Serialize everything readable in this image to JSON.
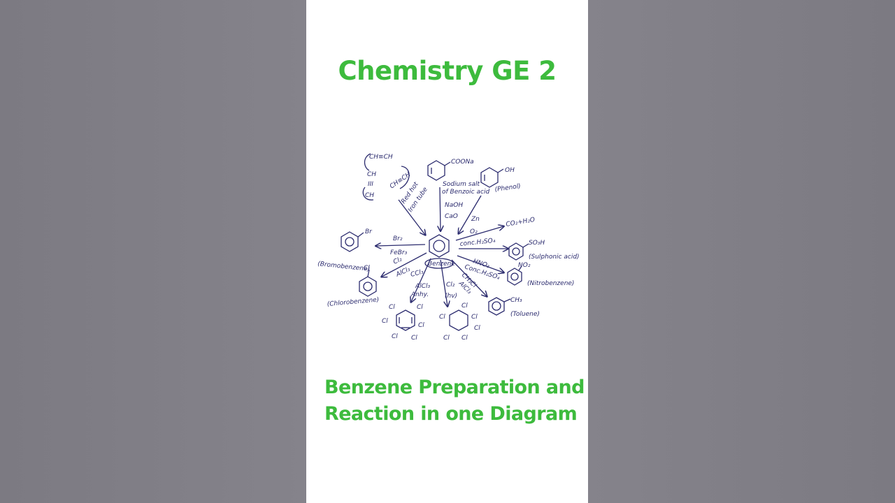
{
  "title": "Chemistry GE 2",
  "caption": {
    "line1": "Benzene Preparation and",
    "line2": "Reaction in one Diagram"
  },
  "diagram": {
    "center_label": "Benzene",
    "nodes": {
      "acetylene_top": "CH≡CH",
      "acetylene_ch1": "CH",
      "acetylene_triple": "III",
      "acetylene_ch2": "CH",
      "acetylene_ch3": "CH≡CH",
      "sodium_benzoate_group": "COONa",
      "sodium_benzoate_name1": "Sodium salt",
      "sodium_benzoate_name2": "of Benzoic acid",
      "phenol_group": "OH",
      "phenol_name": "(Phenol)",
      "co2_product": "CO₂+H₂O",
      "sulphonic_group": "SO₃H",
      "sulphonic_name": "(Sulphonic acid)",
      "nitro_group": "NO₂",
      "nitro_name": "(Nitrobenzene)",
      "toluene_group": "CH₃",
      "toluene_name": "(Toluene)",
      "bromo_group": "Br",
      "bromo_name": "(Bromobenzene)",
      "chloro_group": "Cl",
      "chloro_name": "(Chlorobenzene)",
      "cl_atom": "Cl"
    },
    "reagents": {
      "red_hot": "Red hot",
      "iron_tube": "Iron tube",
      "naoh": "NaOH",
      "cao": "CaO",
      "zn": "Zn",
      "o2": "O₂",
      "conc_h2so4": "conc.H₂SO₄",
      "hno3": "HNO₃",
      "conc_h2so4_2": "Conc.H₂SO₄",
      "ch3cl": "CH₃Cl",
      "alcl3_a": "AlCl₃",
      "br2": "Br₂",
      "febr3": "FeBr₃",
      "cl2": "Cl₂",
      "alcl3_b": "AlCl₃",
      "ccl3": "CCl₃",
      "alcl3_c": "AlCl₃",
      "anhy": "Anhy.",
      "cl2_hv": "Cl₂",
      "hv": "(hv)"
    }
  }
}
